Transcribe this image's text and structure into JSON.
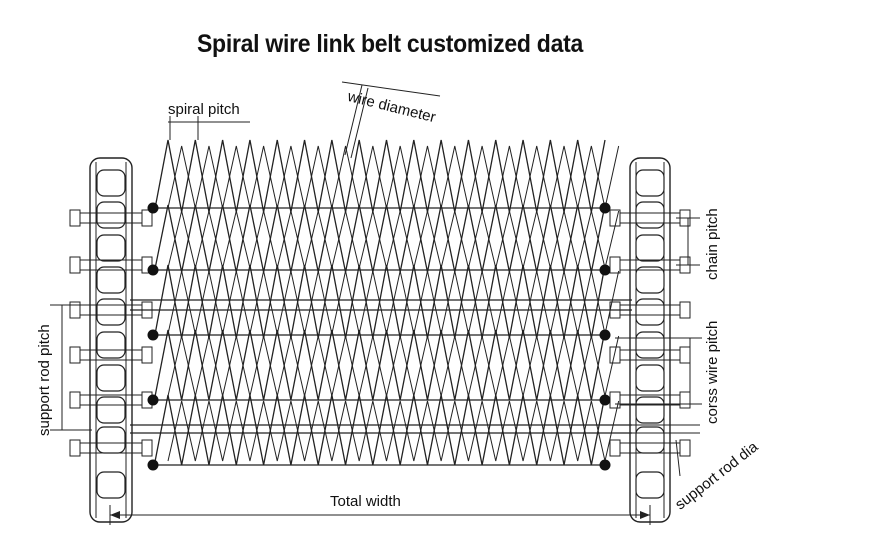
{
  "title": "Spiral wire link belt customized data",
  "labels": {
    "spiral_pitch": "spiral pitch",
    "wire_diameter": "wire diameter",
    "chain_pitch": "chain pitch",
    "cross_wire_pitch": "corss wire pitch",
    "support_rod_pitch": "support rod pitch",
    "support_rod_dia": "support rod dia",
    "total_width": "Total width"
  },
  "colors": {
    "line": "#222222",
    "background": "#ffffff"
  }
}
